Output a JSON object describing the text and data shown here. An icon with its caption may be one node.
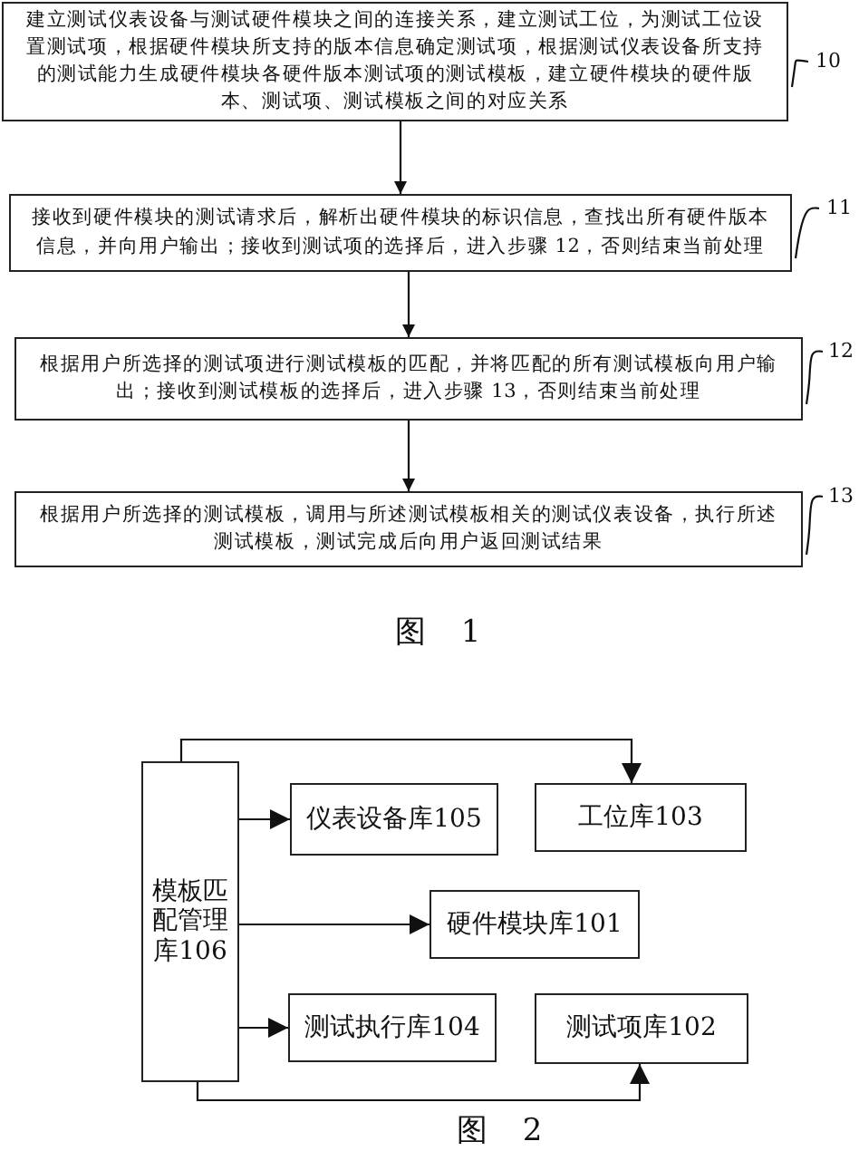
{
  "diagram": {
    "nodes": [
      {
        "text": [
          "建立测试仪表设备与测试硬件模块之间的连接关系，建立测试工位，为测试工位设置测试项，根据硬件模块所支持的版本信息确定测试项，根据测试仪表设备所支持的测试能力生成硬件模块各硬件版本测试项的测试模板，建立硬件模块的硬件版本、测试项、测试模板之间的对应关系"
        ]
      },
      {
        "text": [
          "10"
        ]
      },
      {
        "text": [
          "接收到硬件模块的测试请求后，解析出硬件模块的标识信息，查找出所有硬件版本信息，并向用户输出；接收到测试项的选择后，进入步骤 12，否则结束当前处理"
        ]
      },
      {
        "text": [
          "11"
        ]
      },
      {
        "text": [
          "根据用户所选择的测试项进行测试模板的匹配，并将匹配的所有测试模板向用户输出；接收到测试模板的选择后，进入步骤 13，否则结束当前处理"
        ]
      },
      {
        "text": [
          "12"
        ]
      },
      {
        "text": [
          "根据用户所选择的测试模板，调用与所述测试模板相关的测试仪表设备，执行所述测试模板，测试完成后向用户返回测试结果"
        ]
      },
      {
        "text": [
          "13"
        ]
      },
      {
        "text": [
          "模板匹配管理库106"
        ]
      },
      {
        "text": [
          "仪表设备库105"
        ]
      },
      {
        "text": [
          "工位库103"
        ]
      },
      {
        "text": [
          "硬件模块库101"
        ]
      },
      {
        "text": [
          "测试执行库104"
        ]
      },
      {
        "text": [
          "测试项库102"
        ]
      }
    ],
    "edges": [
      {
        "from": 0,
        "to": 2,
        "arrow": "to"
      },
      {
        "from": 2,
        "to": 4,
        "arrow": "to"
      },
      {
        "from": 4,
        "to": 6,
        "arrow": "to"
      },
      {
        "from": 1,
        "to": 0,
        "arrow": "none"
      },
      {
        "from": 3,
        "to": 2,
        "arrow": "none"
      },
      {
        "from": 5,
        "to": 4,
        "arrow": "none"
      },
      {
        "from": 7,
        "to": 6,
        "arrow": "none"
      },
      {
        "from": 8,
        "to": 9,
        "arrow": "to"
      },
      {
        "from": 8,
        "to": 10,
        "arrow": "to"
      },
      {
        "from": 8,
        "to": 11,
        "arrow": "to"
      },
      {
        "from": 8,
        "to": 12,
        "arrow": "to"
      },
      {
        "from": 8,
        "to": 13,
        "arrow": "to"
      }
    ],
    "labels": [
      "图 1",
      "图 2"
    ]
  }
}
